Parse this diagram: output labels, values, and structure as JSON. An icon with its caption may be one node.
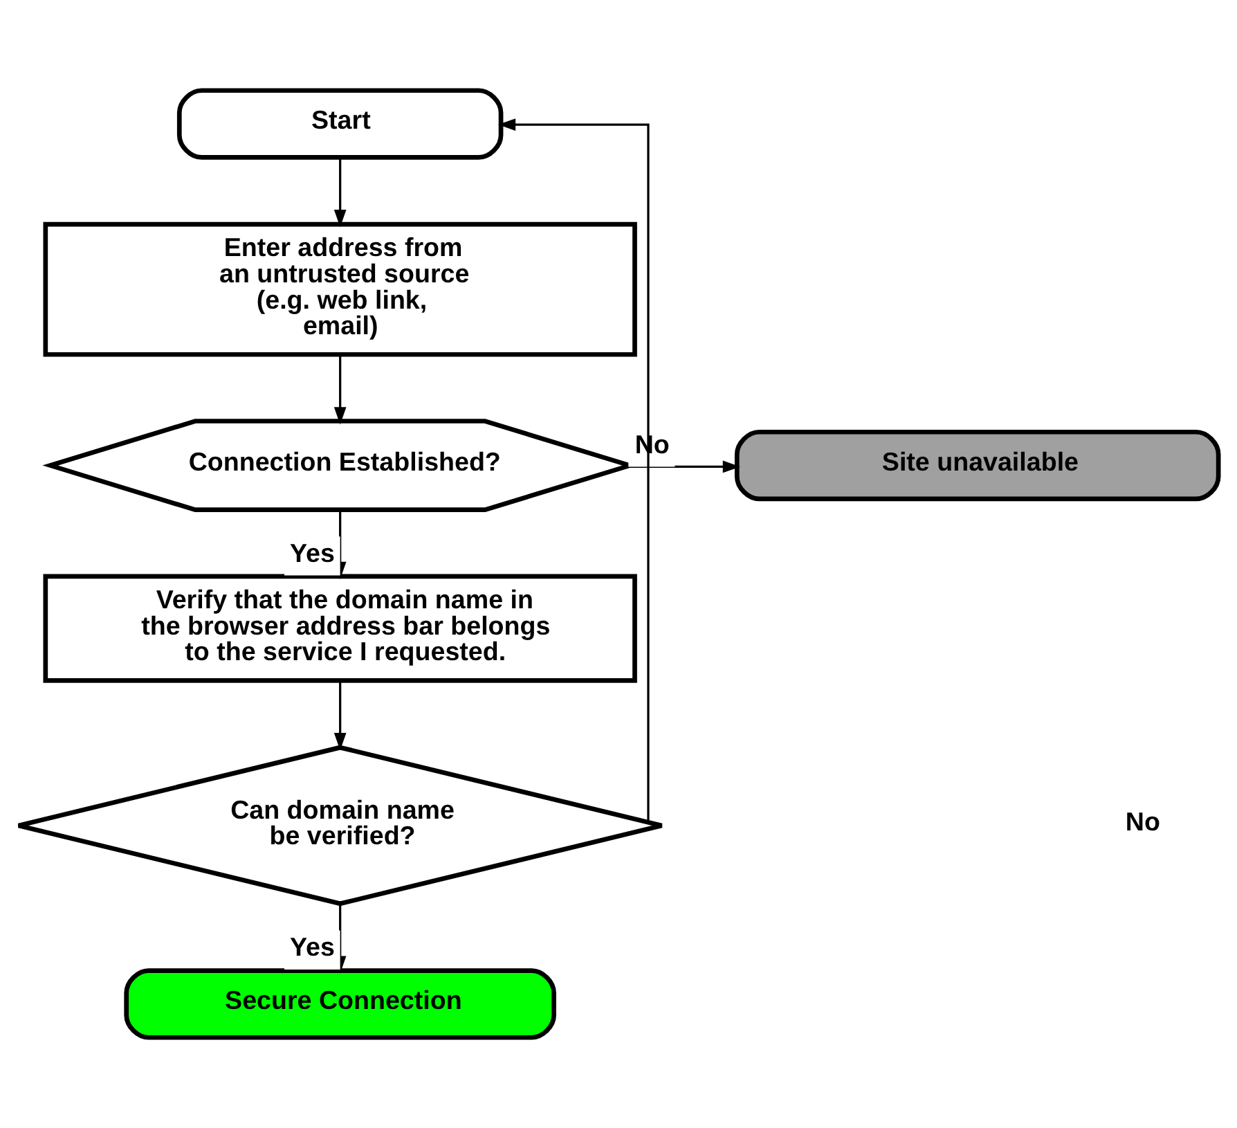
{
  "diagram": {
    "nodes": [
      {
        "text": [
          "Start"
        ]
      },
      {
        "text": [
          "Enter address from an untrusted source (e.g. web link, email)"
        ]
      },
      {
        "text": [
          "Connection Established?"
        ]
      },
      {
        "text": [
          "Site unavailable"
        ]
      },
      {
        "text": [
          "Verify that the domain name in the browser address bar belongs to the service I requested."
        ]
      },
      {
        "text": [
          "Can domain name be verified?"
        ]
      },
      {
        "text": [
          "Secure Connection"
        ]
      }
    ],
    "edges": [
      {
        "from": 0,
        "to": 1,
        "arrow": "to"
      },
      {
        "from": 1,
        "to": 2,
        "arrow": "to"
      },
      {
        "from": 2,
        "to": 3,
        "arrow": "to",
        "label": "No"
      },
      {
        "from": 2,
        "to": 4,
        "arrow": "to",
        "label": "Yes"
      },
      {
        "from": 4,
        "to": 5,
        "arrow": "to"
      },
      {
        "from": 5,
        "to": 0,
        "arrow": "to"
      },
      {
        "from": 5,
        "to": 6,
        "arrow": "to",
        "label": "Yes"
      }
    ],
    "labels": [
      "No"
    ]
  }
}
